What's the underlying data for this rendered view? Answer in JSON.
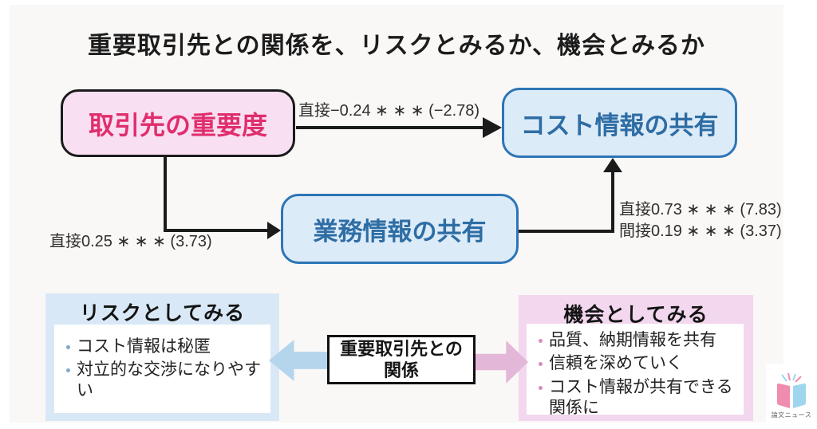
{
  "title": "重要取引先との関係を、リスクとみるか、機会とみるか",
  "nodes": {
    "importance": {
      "label": "取引先の重要度"
    },
    "cost_sharing": {
      "label": "コスト情報の共有"
    },
    "ops_sharing": {
      "label": "業務情報の共有"
    }
  },
  "edges": {
    "importance_to_cost": {
      "label": "直接−0.24 ∗ ∗ ∗ (−2.78)"
    },
    "importance_to_ops": {
      "label": "直接0.25 ∗ ∗ ∗ (3.73)"
    },
    "ops_to_cost": {
      "direct_label": "直接0.73 ∗ ∗ ∗ (7.83)",
      "indirect_label": "間接0.19 ∗ ∗ ∗ (3.37)"
    }
  },
  "risk_panel": {
    "title": "リスクとしてみる",
    "bullets": [
      "コスト情報は秘匿",
      "対立的な交渉になりやすい"
    ]
  },
  "opportunity_panel": {
    "title": "機会としてみる",
    "bullets": [
      "品質、納期情報を共有",
      "信頼を深めていく",
      "コスト情報が共有できる関係に"
    ]
  },
  "center_box": {
    "line1": "重要取引先との",
    "line2": "関係"
  },
  "logo": {
    "text": "論文ニュース"
  },
  "colors": {
    "slide_bg": "#faf8f6",
    "pink_node_bg": "#f8dff2",
    "pink_node_text": "#e02e6d",
    "blue_node_bg": "#dcebf8",
    "blue_node_border": "#2e75b6",
    "blue_node_text": "#2e6da4",
    "risk_panel_bg": "#d9e8f6",
    "opportunity_panel_bg": "#f2d7ee",
    "left_block_arrow": "#b5d5ed",
    "right_block_arrow": "#e3b7d8",
    "connector": "#1b1b1b"
  }
}
